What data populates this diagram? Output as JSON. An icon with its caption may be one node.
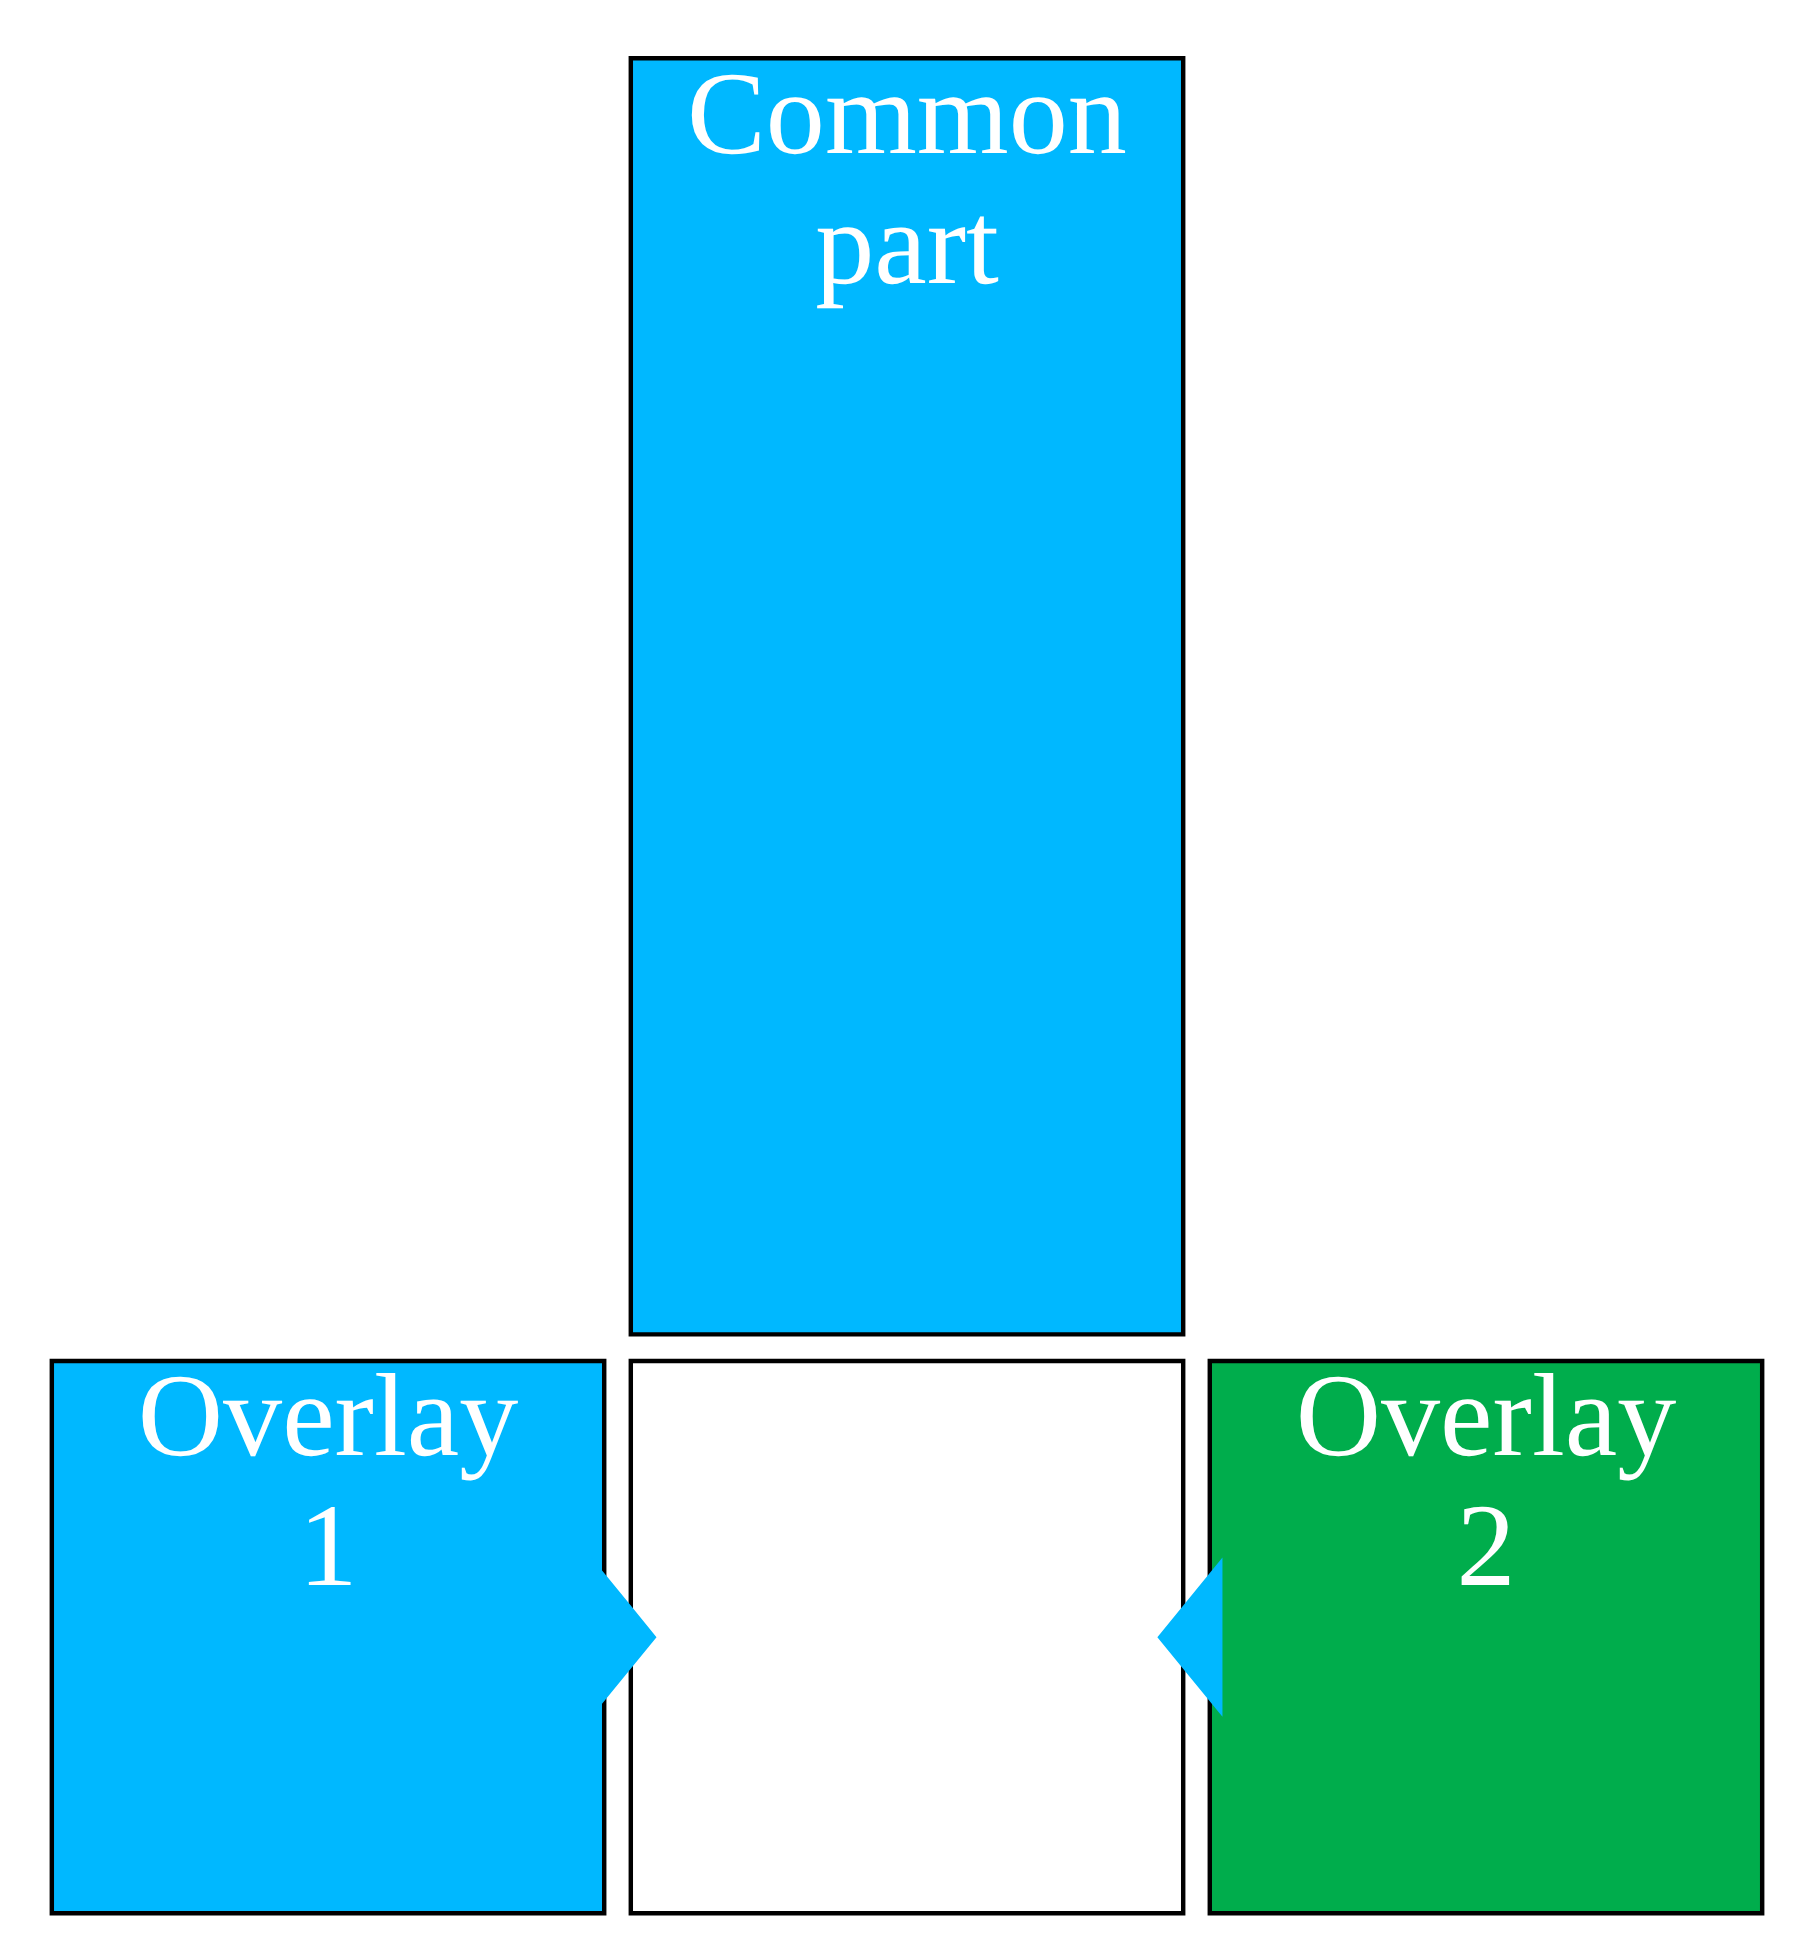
{
  "diagram": {
    "nodes": [
      {
        "text": [
          "Common part"
        ]
      },
      {
        "text": [
          "Overlay 1"
        ]
      },
      {
        "text": [],
        "shape": "box"
      },
      {
        "text": [
          "Overlay 2"
        ]
      }
    ],
    "edges": [
      {
        "from": 1,
        "to": 2,
        "arrow": "to",
        "style": "thick"
      },
      {
        "from": 3,
        "to": 2,
        "arrow": "to",
        "style": "thick"
      }
    ]
  }
}
